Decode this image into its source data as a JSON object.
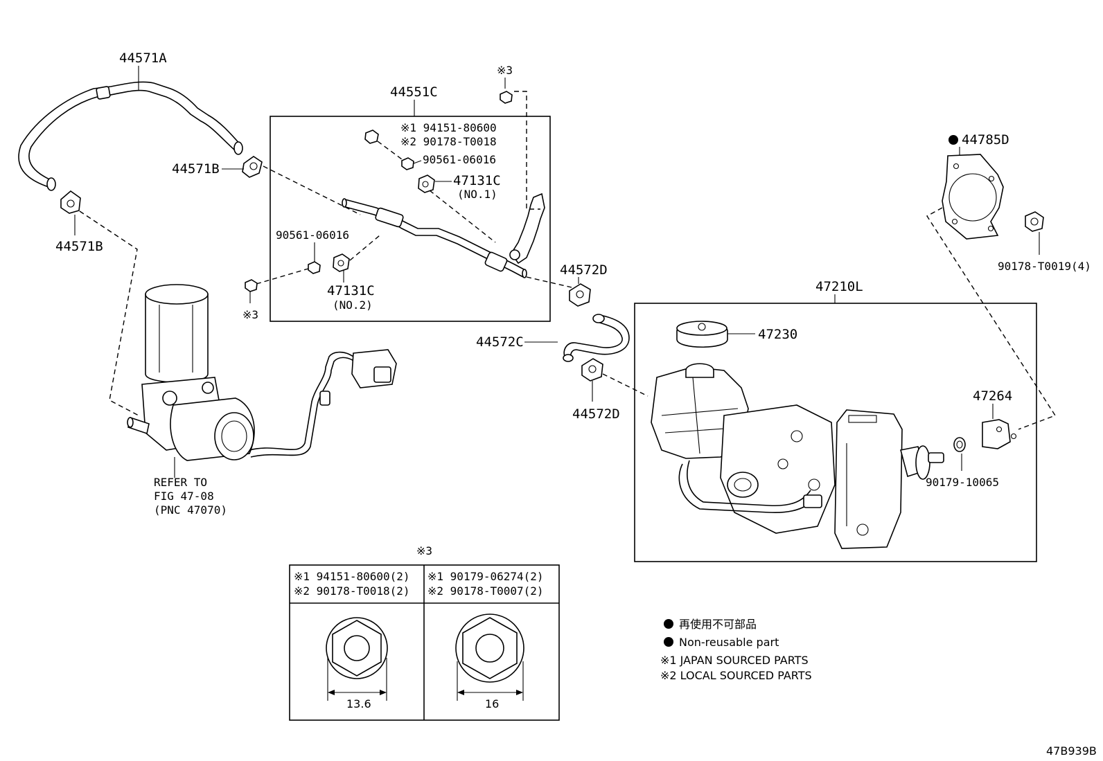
{
  "labels": {
    "p44571A": "44571A",
    "p44571B_top": "44571B",
    "p44571B_bot": "44571B",
    "p44551C": "44551C",
    "note_mark3_top": "※3",
    "bolt_j": "※1 94151-80600",
    "bolt_l": "※2 90178-T0018",
    "p90561_top": "90561-06016",
    "p47131C_top": "47131C",
    "no1": "(NO.1)",
    "p90561_mid": "90561-06016",
    "p47131C_mid": "47131C",
    "no2": "(NO.2)",
    "note_mark3_left": "※3",
    "p44785D": "44785D",
    "p90178T0019": "90178-T0019(4)",
    "p44572D_top": "44572D",
    "p47210L": "47210L",
    "p47230": "47230",
    "p44572C": "44572C",
    "p44572D_bot": "44572D",
    "p47264": "47264",
    "p90179": "90179-10065",
    "refer1": "REFER TO",
    "refer2": "FIG 47-08",
    "refer3": "(PNC 47070)"
  },
  "detail_table": {
    "title": "※3",
    "col1_line1": "※1 94151-80600(2)",
    "col1_line2": "※2 90178-T0018(2)",
    "col2_line1": "※1 90179-06274(2)",
    "col2_line2": "※2 90178-T0007(2)",
    "dim1": "13.6",
    "dim2": "16"
  },
  "legend": {
    "jp": "再使用不可部品",
    "en": "Non-reusable part",
    "note1": "※1 JAPAN SOURCED PARTS",
    "note2": "※2 LOCAL SOURCED PARTS"
  },
  "figure_id": "47B939B"
}
